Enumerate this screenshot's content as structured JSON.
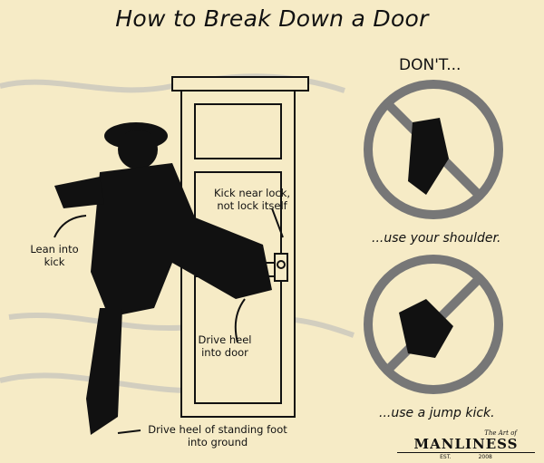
{
  "title": "How to Break Down a Door",
  "labels": {
    "kick_near_lock": "Kick near lock, not lock itself",
    "lean_into_kick": "Lean into kick",
    "drive_heel_door": "Drive heel into door",
    "drive_heel_ground": "Drive heel of standing foot into ground"
  },
  "dont": {
    "heading": "DON'T...",
    "items": [
      {
        "caption": "...use your shoulder."
      },
      {
        "caption": "...use a jump kick."
      }
    ]
  },
  "logo": {
    "top": "The Art of",
    "name": "MANLINESS",
    "est": "EST.",
    "year": "2008"
  },
  "colors": {
    "paper": "#f6ebc6",
    "ink": "#111111",
    "prohibit_gray": "#777777"
  }
}
